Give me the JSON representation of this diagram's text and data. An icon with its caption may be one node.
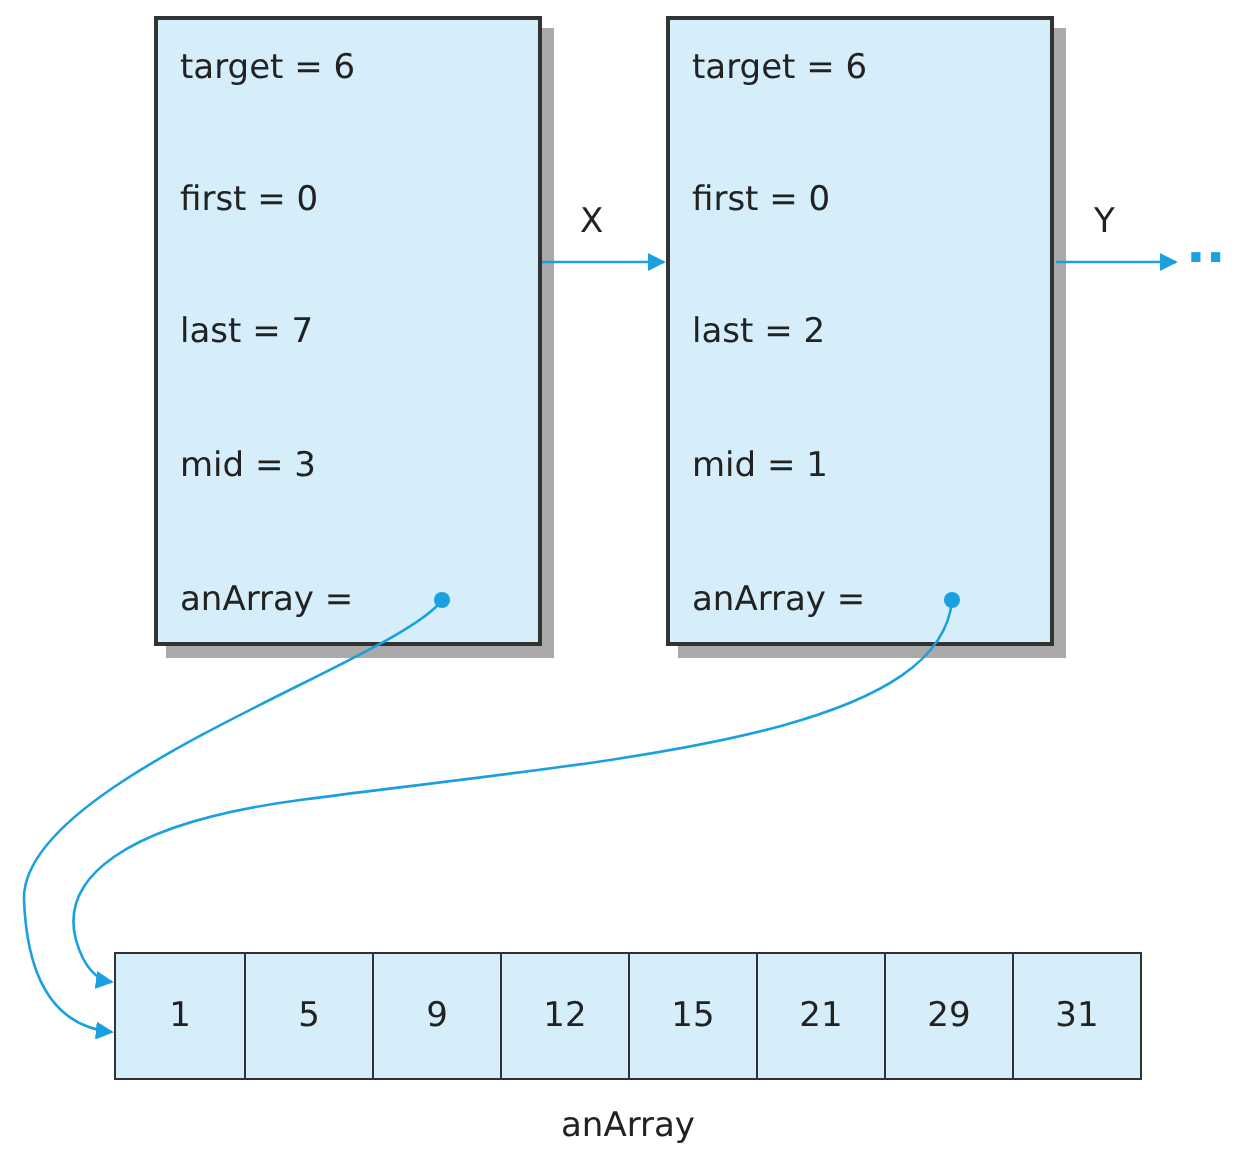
{
  "diagram": {
    "nodes": [
      {
        "text": [
          "target = 6",
          "first = 0",
          "last = 7",
          "mid = 3",
          "anArray ="
        ]
      },
      {
        "text": [
          "target = 6",
          "first = 0",
          "last = 2",
          "mid = 1",
          "anArray ="
        ]
      },
      {
        "text": [],
        "shape": "box",
        "beside": [
          "anArray"
        ]
      },
      {
        "text": [
          "1"
        ],
        "in": 2
      },
      {
        "text": [
          "5"
        ],
        "in": 2
      },
      {
        "text": [
          "9"
        ],
        "in": 2
      },
      {
        "text": [
          "12"
        ],
        "in": 2
      },
      {
        "text": [
          "15"
        ],
        "in": 2
      },
      {
        "text": [
          "21"
        ],
        "in": 2
      },
      {
        "text": [
          "29"
        ],
        "in": 2
      },
      {
        "text": [
          "31"
        ],
        "in": 2
      },
      {
        "text": [
          ".."
        ]
      }
    ],
    "edges": [
      {
        "from": 0,
        "to": 1,
        "arrow": "to",
        "label": "X"
      },
      {
        "from": 1,
        "to": 11,
        "arrow": "to",
        "label": "Y"
      },
      {
        "from": 0,
        "to": 2,
        "arrow": "to"
      },
      {
        "from": 1,
        "to": 2,
        "arrow": "to"
      }
    ]
  }
}
